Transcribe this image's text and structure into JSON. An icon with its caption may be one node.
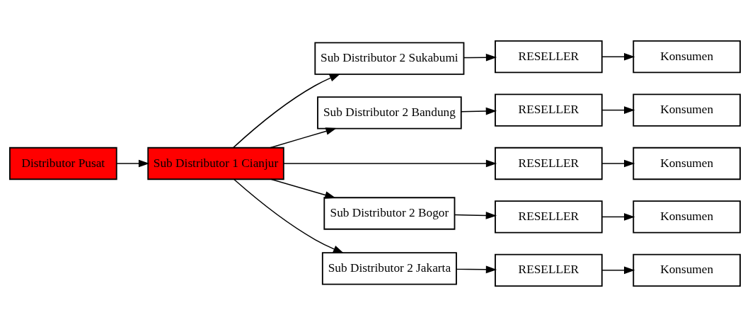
{
  "diagram": {
    "nodes": [
      {
        "text": [
          "Distributor Pusat"
        ]
      },
      {
        "text": [
          "Sub Distributor 1 Cianjur"
        ]
      },
      {
        "text": [
          "Sub Distributor 2 Sukabumi"
        ]
      },
      {
        "text": [
          "RESELLER"
        ]
      },
      {
        "text": [
          "Konsumen"
        ]
      },
      {
        "text": [
          "Sub Distributor 2 Bandung"
        ]
      },
      {
        "text": [
          "RESELLER"
        ]
      },
      {
        "text": [
          "Konsumen"
        ]
      },
      {
        "text": [
          "RESELLER"
        ]
      },
      {
        "text": [
          "Konsumen"
        ]
      },
      {
        "text": [
          "Sub Distributor 2 Bogor"
        ]
      },
      {
        "text": [
          "RESELLER"
        ]
      },
      {
        "text": [
          "Konsumen"
        ]
      },
      {
        "text": [
          "Sub Distributor 2 Jakarta"
        ]
      },
      {
        "text": [
          "RESELLER"
        ]
      },
      {
        "text": [
          "Konsumen"
        ]
      }
    ],
    "edges": [
      {
        "from": 0,
        "to": 1,
        "arrow": "to"
      },
      {
        "from": 1,
        "to": 2,
        "arrow": "to"
      },
      {
        "from": 1,
        "to": 5,
        "arrow": "to"
      },
      {
        "from": 1,
        "to": 8,
        "arrow": "to"
      },
      {
        "from": 1,
        "to": 10,
        "arrow": "to"
      },
      {
        "from": 1,
        "to": 13,
        "arrow": "to"
      },
      {
        "from": 2,
        "to": 3,
        "arrow": "to"
      },
      {
        "from": 3,
        "to": 4,
        "arrow": "to"
      },
      {
        "from": 5,
        "to": 6,
        "arrow": "to"
      },
      {
        "from": 6,
        "to": 7,
        "arrow": "to"
      },
      {
        "from": 8,
        "to": 9,
        "arrow": "to"
      },
      {
        "from": 10,
        "to": 11,
        "arrow": "to"
      },
      {
        "from": 11,
        "to": 12,
        "arrow": "to"
      },
      {
        "from": 13,
        "to": 14,
        "arrow": "to"
      },
      {
        "from": 14,
        "to": 15,
        "arrow": "to"
      }
    ]
  }
}
